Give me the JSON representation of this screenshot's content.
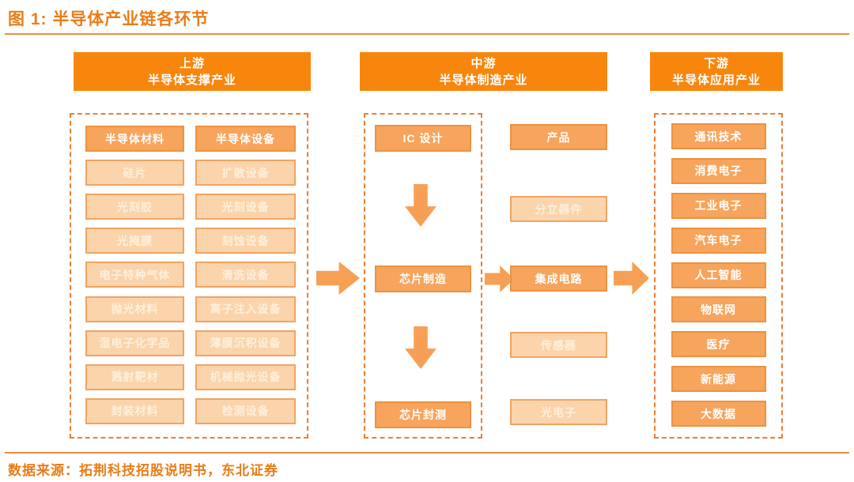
{
  "title": "图 1:  半导体产业链各环节",
  "source_note": "数据来源：拓荆科技招股说明书，东北证券",
  "palette": {
    "brand_orange": "#F8860D",
    "accent_text": "#E97C17",
    "line": "#EF8F3C",
    "dashed_border": "#ED7D31",
    "box_strong": "#F7A45C",
    "box_strong_border": "#EF9140",
    "box_light": "#FBD4AB",
    "box_light_border": "#F0A362",
    "arrow": "#F7A055"
  },
  "upstream": {
    "header": [
      "上游",
      "半导体支撑产业"
    ],
    "materials": [
      "半导体材料",
      "硅片",
      "光刻胶",
      "光掩膜",
      "电子特种气体",
      "抛光材料",
      "湿电子化学品",
      "溅射靶材",
      "封装材料"
    ],
    "equipment": [
      "半导体设备",
      "扩散设备",
      "光刻设备",
      "刻蚀设备",
      "清洗设备",
      "离子注入设备",
      "薄膜沉积设备",
      "机械抛光设备",
      "检测设备"
    ]
  },
  "midstream": {
    "header": [
      "中游",
      "半导体制造产业"
    ],
    "flow": [
      "IC 设计",
      "芯片制造",
      "芯片封测"
    ],
    "products": [
      "产品",
      "分立器件",
      "集成电路",
      "传感器",
      "光电子"
    ]
  },
  "downstream": {
    "header": [
      "下游",
      "半导体应用产业"
    ],
    "applications": [
      "通讯技术",
      "消费电子",
      "工业电子",
      "汽车电子",
      "人工智能",
      "物联网",
      "医疗",
      "新能源",
      "大数据"
    ]
  }
}
